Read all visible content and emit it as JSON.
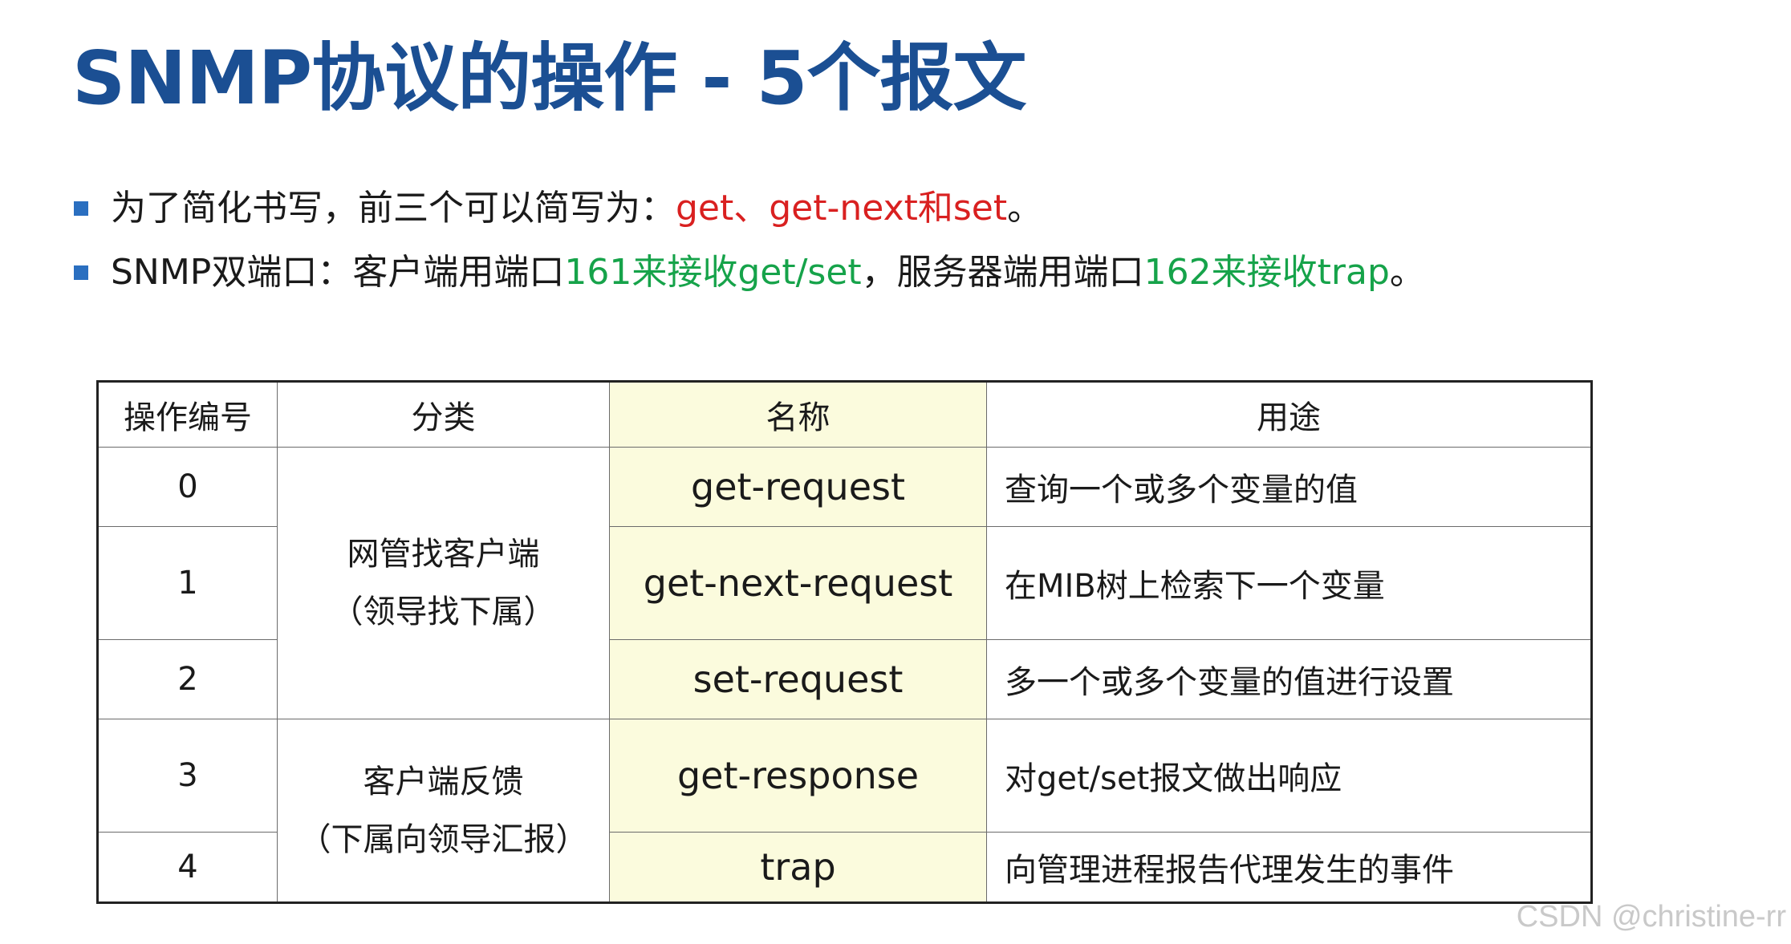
{
  "title": "SNMP协议的操作 - 5个报文",
  "bullets": [
    {
      "parts": [
        {
          "text": "为了简化书写，前三个可以简写为：",
          "color": "default"
        },
        {
          "text": "get、get-next和set",
          "color": "red"
        },
        {
          "text": "。",
          "color": "default"
        }
      ]
    },
    {
      "parts": [
        {
          "text": "SNMP双端口：客户端用端口",
          "color": "default"
        },
        {
          "text": "161来接收get/set",
          "color": "green"
        },
        {
          "text": "，服务器端用端口",
          "color": "default"
        },
        {
          "text": "162来接收trap",
          "color": "green"
        },
        {
          "text": "。",
          "color": "default"
        }
      ]
    }
  ],
  "table": {
    "headers": {
      "number": "操作编号",
      "category": "分类",
      "name": "名称",
      "purpose": "用途"
    },
    "categories": [
      {
        "line1": "网管找客户端",
        "line2": "（领导找下属）"
      },
      {
        "line1": "客户端反馈",
        "line2": "（下属向领导汇报）"
      }
    ],
    "rows": [
      {
        "number": "0",
        "name": "get-request",
        "purpose": "查询一个或多个变量的值"
      },
      {
        "number": "1",
        "name": "get-next-request",
        "purpose": "在MIB树上检索下一个变量"
      },
      {
        "number": "2",
        "name": "set-request",
        "purpose": "多一个或多个变量的值进行设置"
      },
      {
        "number": "3",
        "name": "get-response",
        "purpose": "对get/set报文做出响应"
      },
      {
        "number": "4",
        "name": "trap",
        "purpose": "向管理进程报告代理发生的事件"
      }
    ]
  },
  "colors": {
    "title": "#1b4f93",
    "bullet_marker": "#2a6fc0",
    "red_text": "#d92020",
    "green_text": "#16a34a",
    "name_column_bg": "#fbfbdd"
  },
  "watermark": "CSDN @christine-rr"
}
